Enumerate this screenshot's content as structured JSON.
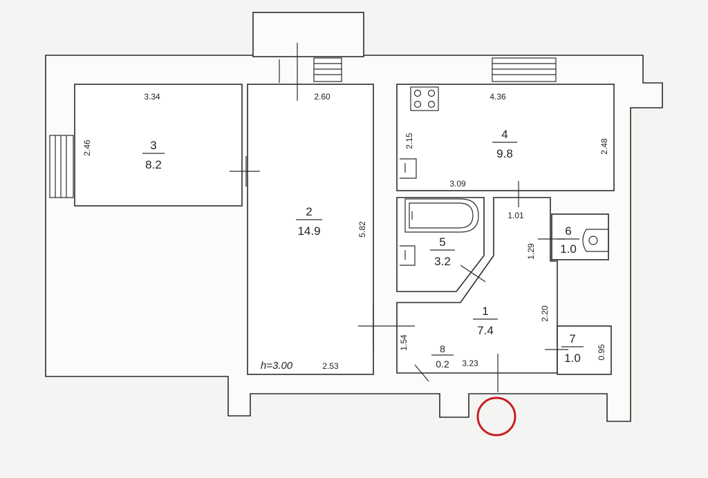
{
  "rooms": [
    {
      "id": "3",
      "number": "3",
      "area": "8.2"
    },
    {
      "id": "2",
      "number": "2",
      "area": "14.9"
    },
    {
      "id": "4",
      "number": "4",
      "area": "9.8"
    },
    {
      "id": "5",
      "number": "5",
      "area": "3.2"
    },
    {
      "id": "6",
      "number": "6",
      "area": "1.0"
    },
    {
      "id": "1",
      "number": "1",
      "area": "7.4"
    },
    {
      "id": "7",
      "number": "7",
      "area": "1.0"
    },
    {
      "id": "8",
      "number": "8",
      "area": "0.2"
    }
  ],
  "dimensions": {
    "room3_width": "3.34",
    "room3_depth": "2.46",
    "room2_top": "2.60",
    "room2_depth": "5.82",
    "room2_bottom": "2.53",
    "room4_width": "4.36",
    "room4_left": "2.15",
    "room4_right": "2.48",
    "room4_bottom": "3.09",
    "hall_top": "1.01",
    "wc_height": "1.29",
    "hall_right": "2.20",
    "hall_left": "1.54",
    "hall_bottom": "3.23",
    "closet_height": "0.95"
  },
  "ceiling_height": "h=3.00",
  "colors": {
    "marker": "#c81e1e",
    "line": "#2a2a2a"
  },
  "icons": {
    "stove": "stove-icon",
    "bathtub": "bathtub-icon",
    "sink": "sink-icon",
    "toilet": "toilet-icon",
    "marker": "red-circle-marker"
  }
}
